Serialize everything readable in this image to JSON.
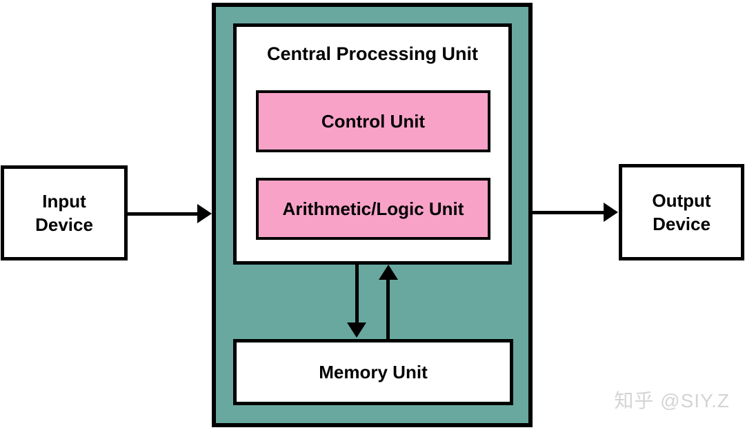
{
  "diagram": {
    "cpu": {
      "title": "Central Processing Unit",
      "control_unit_label": "Control Unit",
      "alu_label": "Arithmetic/Logic Unit",
      "memory_unit_label": "Memory Unit"
    },
    "input_device_label": "Input\nDevice",
    "output_device_label": "Output\nDevice",
    "arrows": [
      "input-device-to-cpu",
      "cpu-to-output-device",
      "cpu-to-memory-unit",
      "memory-unit-to-cpu"
    ],
    "watermark": "知乎 @SIY.Z",
    "colors": {
      "cpu_fill": "#68a89f",
      "unit_fill": "#f8a2c8",
      "box_fill": "#ffffff",
      "border": "#000000",
      "watermark_color": "#d4d4d4"
    }
  }
}
